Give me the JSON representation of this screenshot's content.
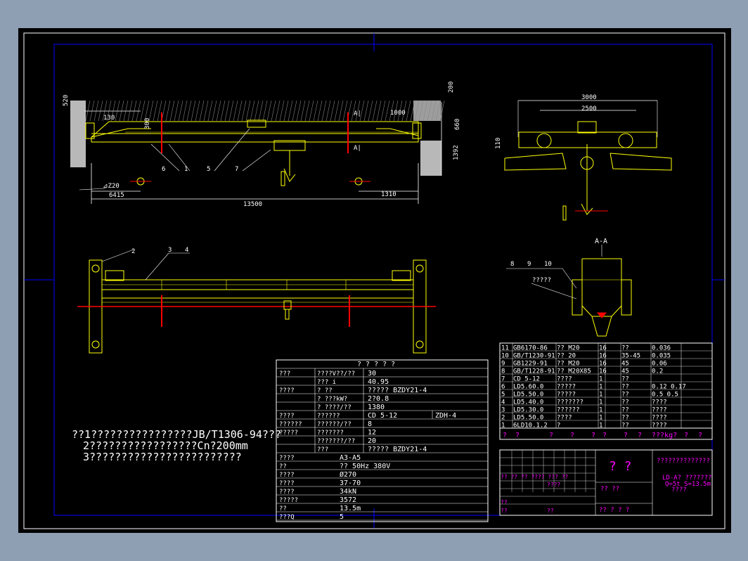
{
  "colors": {
    "background": "#8f9fb3",
    "canvas": "#000000",
    "line": "#ffff00",
    "frame": "#0000ff",
    "white": "#ffffff",
    "red": "#ff0000",
    "magenta": "#ff00ff",
    "shade": "#b8b8b8"
  },
  "drawing": {
    "top_view": {
      "dims": {
        "span": "13500",
        "left_offset": "6415",
        "right_offset": "1310",
        "height_520": "520",
        "width_130": "130",
        "height_300": "300",
        "dim_1000": "1000",
        "top_200": "200",
        "right_660": "660",
        "right_1392": "1392",
        "hook_z20": "⊿Z20"
      },
      "section_marks": [
        "A|",
        "A|"
      ],
      "callouts": [
        "6",
        "1",
        "5",
        "7"
      ]
    },
    "side_view": {
      "dims": {
        "outer": "3000",
        "inner": "2500",
        "wheel": "110"
      }
    },
    "plan_view": {
      "callouts": [
        "2",
        "3",
        "4"
      ]
    },
    "section_view": {
      "title": "A-A",
      "callouts": [
        "8",
        "9",
        "10"
      ],
      "weld_note": "?????"
    },
    "notes": [
      "??1????????????????JB/T1306-94???",
      "2?????????????????Cn?200mm",
      "3????????????????????????"
    ],
    "spec_table": {
      "title": "? ? ? ? ?",
      "rows": [
        [
          "???",
          "????V??/??",
          "30",
          ""
        ],
        [
          "",
          "??? i",
          "40.95",
          ""
        ],
        [
          "????",
          "? ??",
          "????? BZDY21-4",
          ""
        ],
        [
          "",
          "? ???kW?",
          "2?0.8",
          ""
        ],
        [
          "",
          "? ????/??",
          "1380",
          ""
        ],
        [
          "????",
          "??????",
          "CD 5-12",
          "ZDH-4"
        ],
        [
          "??????",
          "??????/??",
          "8",
          ""
        ],
        [
          "?????",
          "???????",
          "12",
          ""
        ],
        [
          "",
          "???????/??",
          "20",
          ""
        ],
        [
          "",
          "???",
          "????? BZDY21-4",
          ""
        ],
        [
          "????",
          "",
          "A3-A5",
          ""
        ],
        [
          "??",
          "",
          "?? 50Hz  380V",
          ""
        ],
        [
          "????",
          "",
          "Ø270",
          ""
        ],
        [
          "????",
          "",
          "37-70",
          ""
        ],
        [
          "????",
          "",
          "34kN",
          ""
        ],
        [
          "?????",
          "",
          "3572",
          ""
        ],
        [
          "??",
          "",
          "13.5m",
          ""
        ],
        [
          "???Q",
          "",
          "5",
          ""
        ]
      ]
    },
    "parts_list": {
      "rows": [
        [
          "11",
          "GB6170-86",
          "?? M20",
          "16",
          "??",
          "0.036"
        ],
        [
          "10",
          "GB/T1230-91",
          "?? 20",
          "16",
          "35-45",
          "0.035"
        ],
        [
          "9",
          "GB1229-91",
          "?? M20",
          "16",
          "45",
          "0.06"
        ],
        [
          "8",
          "GB/T1228-91",
          "?? M20X85",
          "16",
          "45",
          "0.2"
        ],
        [
          "7",
          "CD 5-12",
          "????",
          "1",
          "??",
          ""
        ],
        [
          "6",
          "LD5.60.0",
          "?????",
          "1",
          "??",
          "0.12 0.17"
        ],
        [
          "5",
          "LD5.50.0",
          "?????",
          "1",
          "??",
          "0.5 0.5"
        ],
        [
          "4",
          "LD5.40.0",
          "???????",
          "1",
          "??",
          "????"
        ],
        [
          "3",
          "LD5.30.0",
          "??????",
          "1",
          "??",
          "????"
        ],
        [
          "2",
          "LD5.50.0",
          "????",
          "1",
          "??",
          "????"
        ],
        [
          "1",
          "6LD10.1.2",
          "?",
          "1",
          "??",
          "????"
        ]
      ],
      "header": [
        "?",
        "?",
        "?",
        "?",
        "?",
        "?",
        "?",
        "?",
        "???kg?",
        "?",
        "?"
      ]
    },
    "title_block": {
      "big_title": "? ?",
      "company": "??????????????",
      "model": "LD-A? ???????",
      "params": "Q=5t  S=13.5m",
      "unit": "????",
      "labels": [
        "?? ??",
        "?? ????",
        "??? ??",
        "????",
        "?? ??",
        "??",
        "??",
        "??",
        "??",
        "??",
        "?? ? ? ?"
      ]
    }
  }
}
